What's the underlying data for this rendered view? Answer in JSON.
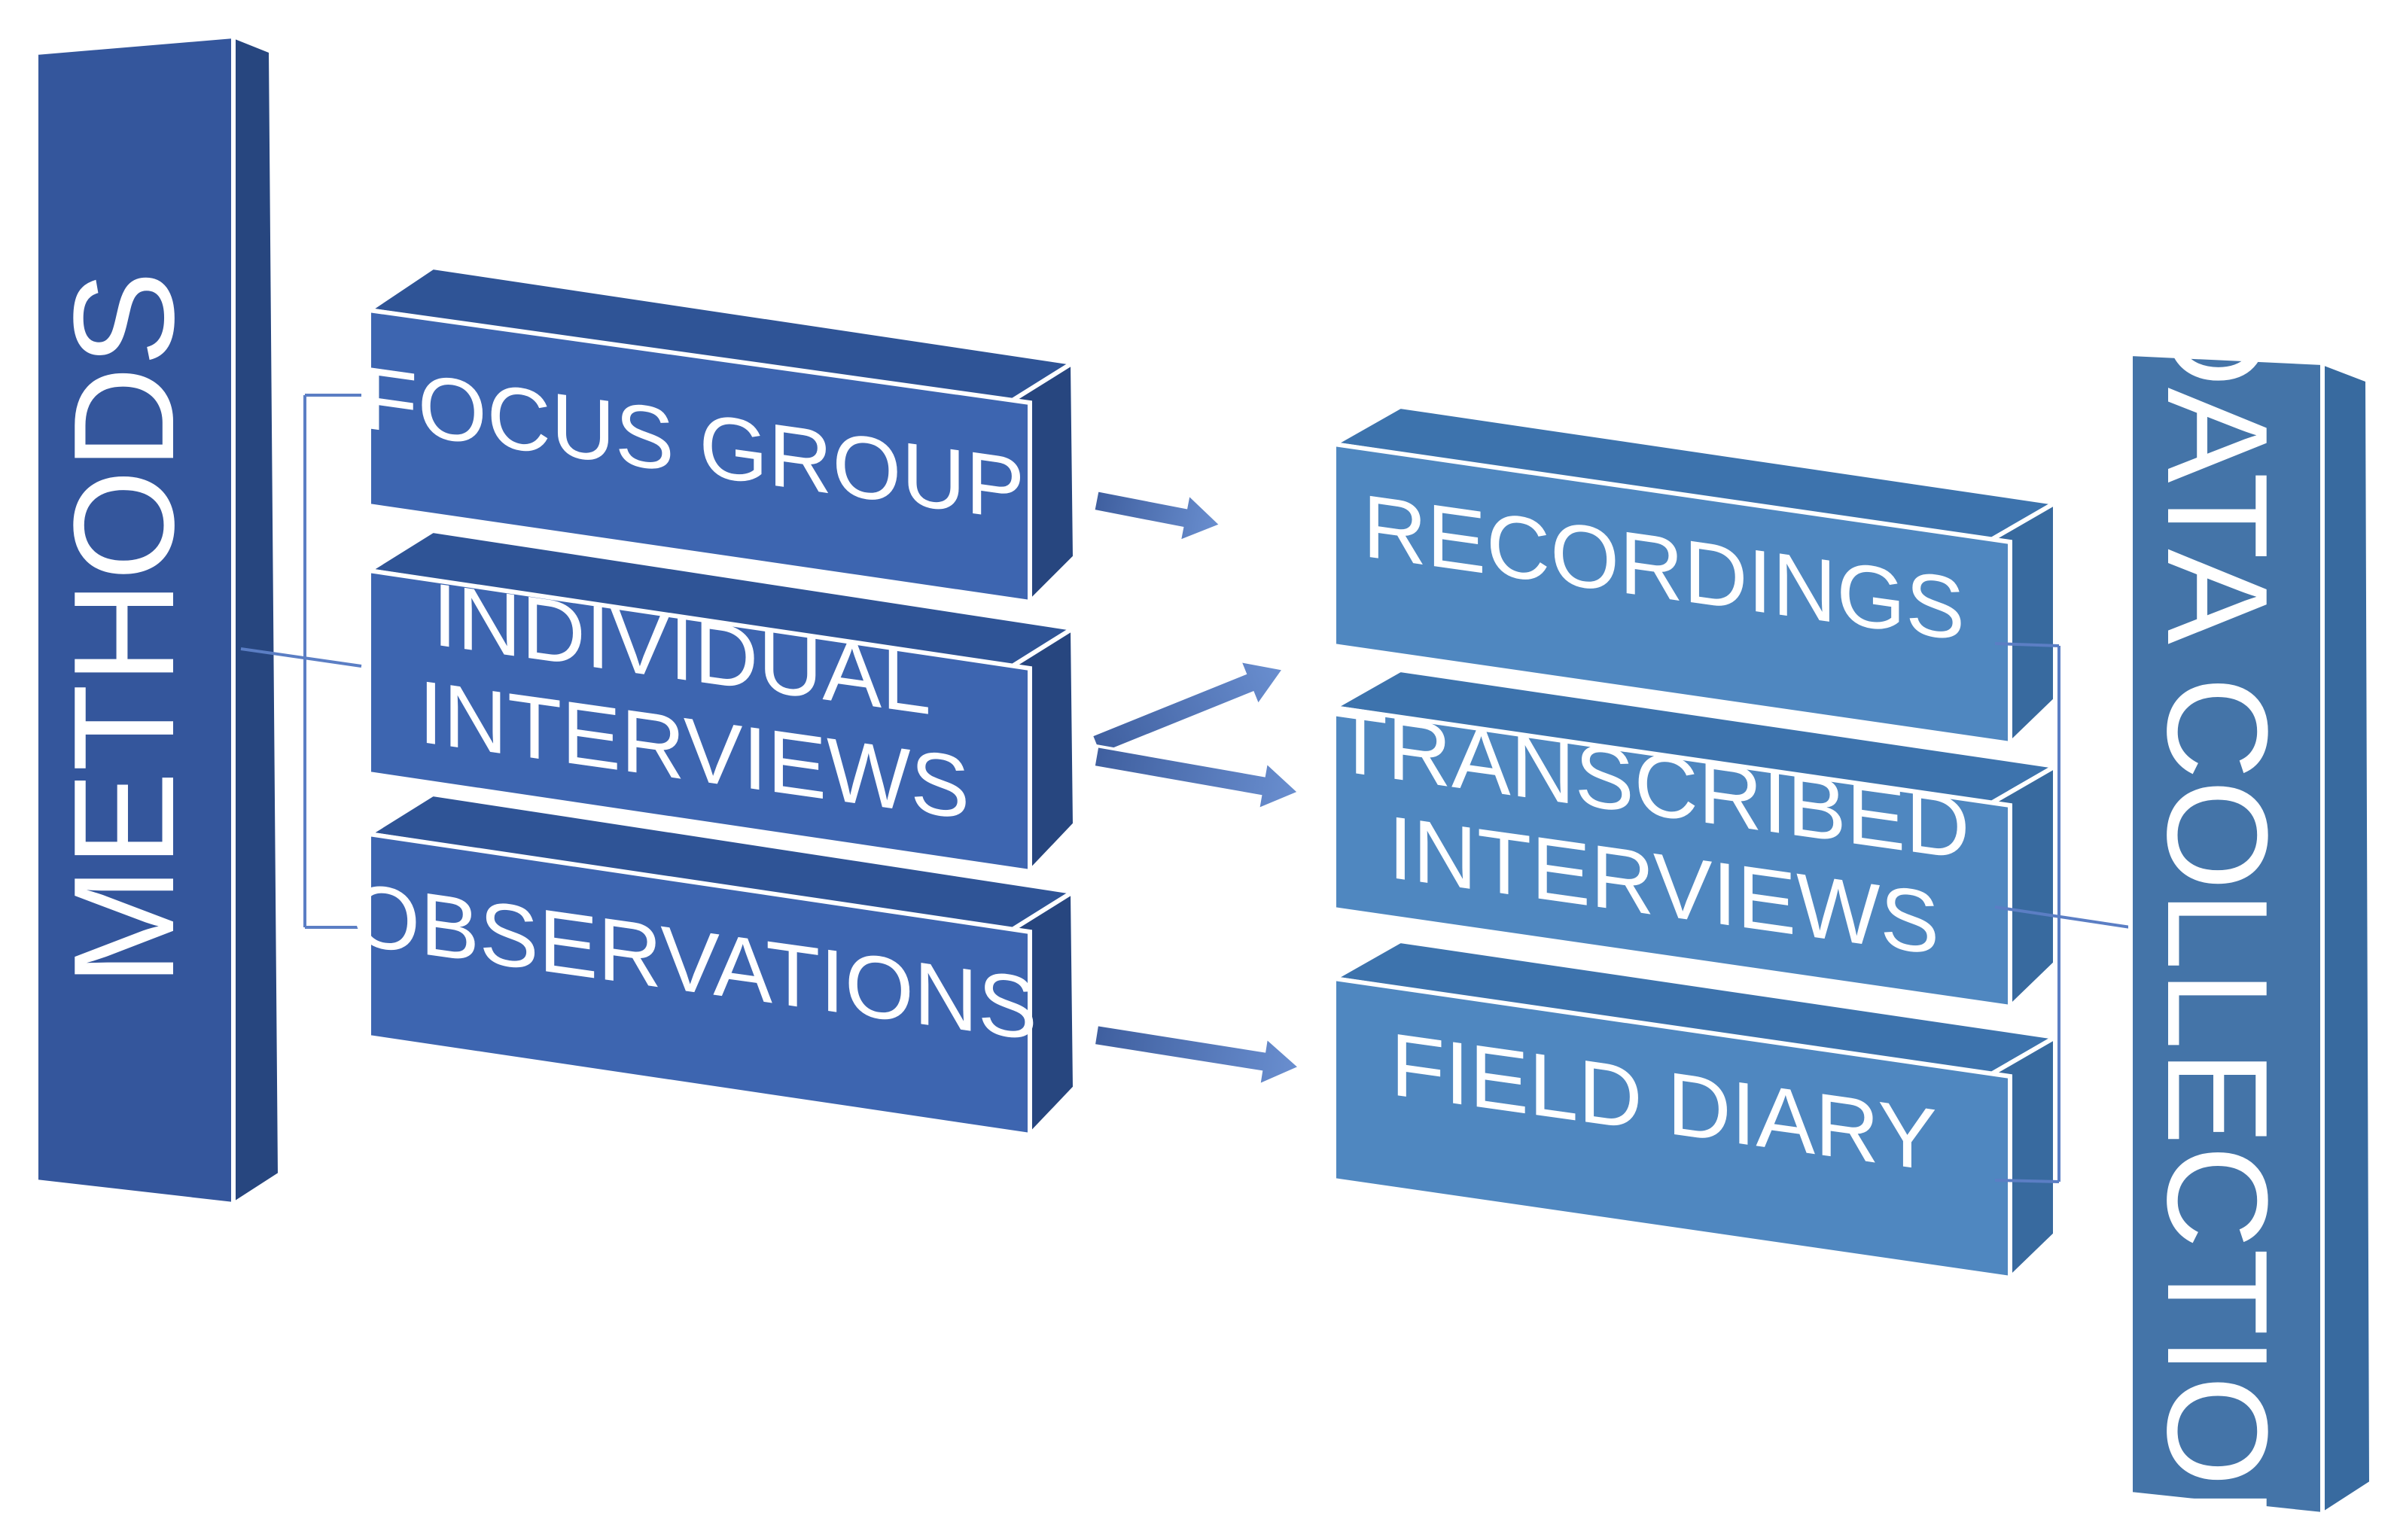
{
  "methods": {
    "title": "METHODS",
    "items": [
      {
        "lines": [
          "FOCUS GROUP"
        ]
      },
      {
        "lines": [
          "INDIVIDUAL",
          "INTERVIEWS"
        ]
      },
      {
        "lines": [
          "OBSERVATIONS"
        ]
      }
    ]
  },
  "data_collection": {
    "title": "DATA COLLECTION",
    "items": [
      {
        "lines": [
          "RECORDINGS"
        ]
      },
      {
        "lines": [
          "TRANSCRIBED",
          "INTERVIEWS"
        ]
      },
      {
        "lines": [
          "FIELD DIARY"
        ]
      }
    ]
  },
  "links": [
    {
      "from": "FOCUS GROUP",
      "to": "RECORDINGS"
    },
    {
      "from": "INDIVIDUAL INTERVIEWS",
      "to": "RECORDINGS"
    },
    {
      "from": "INDIVIDUAL INTERVIEWS",
      "to": "TRANSCRIBED INTERVIEWS"
    },
    {
      "from": "OBSERVATIONS",
      "to": "FIELD DIARY"
    }
  ],
  "colors": {
    "methods_front": "#3d65b0",
    "methods_top": "#2f5496",
    "methods_side": "#27467f",
    "pillar_front": "#34569c",
    "data_front": "#4f87c0",
    "data_top": "#3d73ad",
    "data_side": "#386a9f",
    "data_pillar_front": "#4474a8",
    "edge": "#ffffff",
    "connector": "#5b7ec4",
    "arrow": "#4a6db0"
  }
}
